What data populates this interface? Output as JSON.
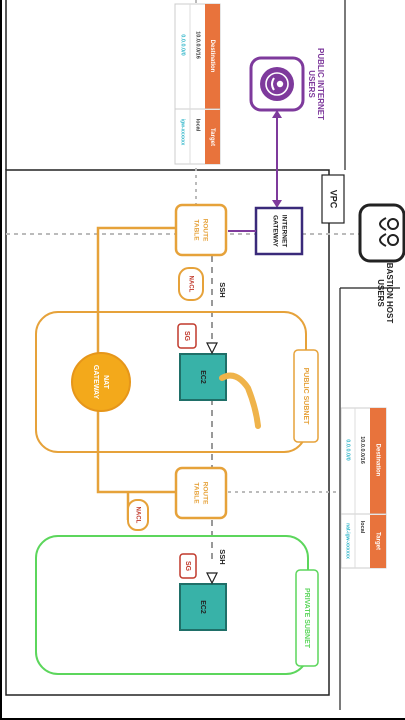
{
  "labels": {
    "public_users": [
      "PUBLIC INTERNET",
      "USERS"
    ],
    "bastion_users": [
      "BASTION HOST",
      "USERS"
    ],
    "vpc": "VPC",
    "internet_gateway": [
      "INTERNET",
      "GATEWAY"
    ],
    "route_table": [
      "ROUTE",
      "TABLE"
    ],
    "nacl": "NACL",
    "ssh": "SSH",
    "sg": "SG",
    "ec2": "EC2",
    "public_subnet": "PUBLIC SUBNET",
    "private_subnet": "PRIVATE SUBNET",
    "nat_gateway": [
      "NAT",
      "GATEWAY"
    ]
  },
  "route_tables": {
    "top": {
      "headers": [
        "Destination",
        "Target"
      ],
      "rows": [
        [
          "10.0.0.0/16",
          "local"
        ],
        [
          "0.0.0.0/0",
          "igw-xxxxxx"
        ]
      ]
    },
    "middle": {
      "headers": [
        "Destination",
        "Target"
      ],
      "rows": [
        [
          "10.0.0.0/16",
          "local"
        ],
        [
          "0.0.0.0/0",
          "nat-igw-xxxxxx"
        ]
      ]
    }
  },
  "colors": {
    "orange": "#e6a23a",
    "purple": "#7e3a9c",
    "green": "#5cd65c",
    "teal": "#38b2a8",
    "red": "#c0392b",
    "header": "#e8733c",
    "cyan_text": "#2fb5c9"
  }
}
